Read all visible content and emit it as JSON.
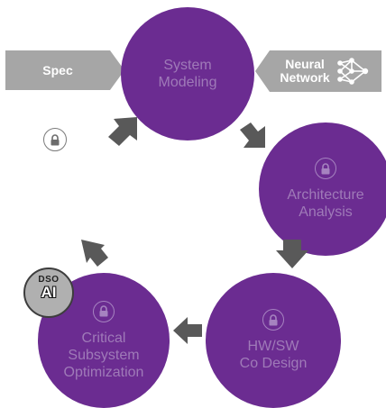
{
  "nodes": {
    "system_modeling": "System\nModeling",
    "architecture_analysis": "Architecture\nAnalysis",
    "hw_sw_co_design": "HW/SW\nCo Design",
    "critical_subsystem_optimization": "Critical\nSubsystem\nOptimization"
  },
  "inputs": {
    "spec": "Spec",
    "neural_network": "Neural\nNetwork"
  },
  "badge": {
    "top": "DSO",
    "bottom": "AI"
  },
  "icons": [
    "lock-icon",
    "neural-network-icon",
    "arrow-icon",
    "dso-ai-badge-icon"
  ],
  "colors": {
    "node_fill": "#6b2c91",
    "node_text": "#9f7ab8",
    "input_fill": "#a6a6a6",
    "arrow_fill": "#595959"
  }
}
